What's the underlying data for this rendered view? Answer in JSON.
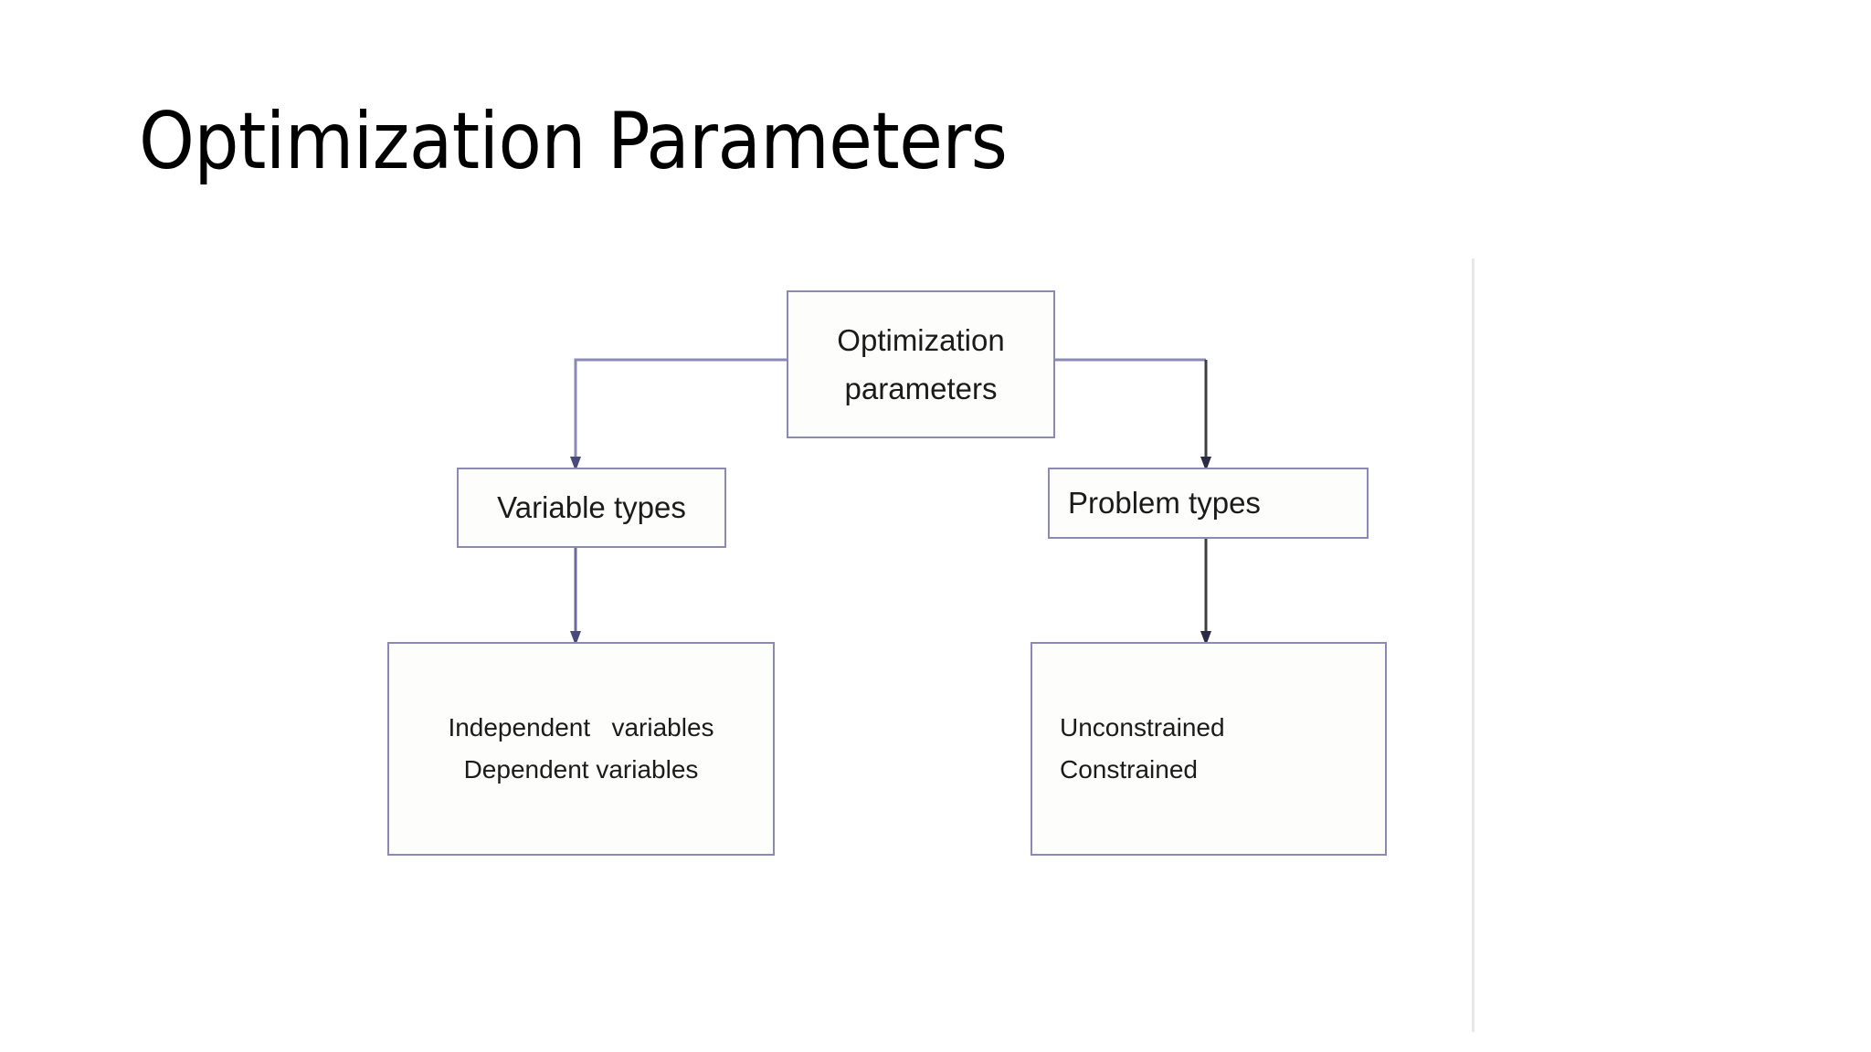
{
  "slide": {
    "title": "Optimization Parameters",
    "background_color": "#ffffff"
  },
  "colors": {
    "box_border": "#8a8ab4",
    "connector_light": "#8a8ab4",
    "connector_dark": "#4a4a4a",
    "text": "#1b1b1b",
    "title_text": "#000000",
    "guide_rule": "#e8e8e8"
  },
  "diagram": {
    "type": "tree",
    "nodes": {
      "root": {
        "lines": [
          "Optimization",
          "parameters"
        ],
        "line1": "Optimization",
        "line2": "parameters"
      },
      "variable_types": {
        "label": "Variable types"
      },
      "problem_types": {
        "label": "Problem types"
      },
      "variable_detail": {
        "line1": "Independent   variables",
        "line2": "Dependent variables"
      },
      "problem_detail": {
        "line1": "Unconstrained",
        "line2": "Constrained"
      }
    },
    "edges": [
      {
        "from": "root",
        "to": "variable_types"
      },
      {
        "from": "root",
        "to": "problem_types"
      },
      {
        "from": "variable_types",
        "to": "variable_detail"
      },
      {
        "from": "problem_types",
        "to": "problem_detail"
      }
    ]
  }
}
